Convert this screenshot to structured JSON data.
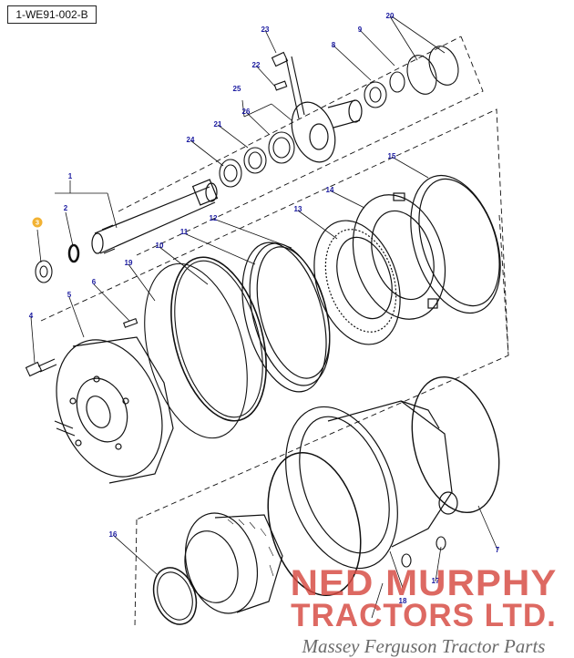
{
  "reference": "1-WE91-002-B",
  "selected_callout": "3",
  "callouts": [
    {
      "label": "1"
    },
    {
      "label": "2"
    },
    {
      "label": "3"
    },
    {
      "label": "4"
    },
    {
      "label": "5"
    },
    {
      "label": "6"
    },
    {
      "label": "7"
    },
    {
      "label": "8"
    },
    {
      "label": "9"
    },
    {
      "label": "10"
    },
    {
      "label": "11"
    },
    {
      "label": "12"
    },
    {
      "label": "13"
    },
    {
      "label": "14"
    },
    {
      "label": "15"
    },
    {
      "label": "16"
    },
    {
      "label": "17"
    },
    {
      "label": "18"
    },
    {
      "label": "19"
    },
    {
      "label": "20"
    },
    {
      "label": "21"
    },
    {
      "label": "22"
    },
    {
      "label": "23"
    },
    {
      "label": "24"
    },
    {
      "label": "25"
    },
    {
      "label": "26"
    }
  ],
  "watermark": {
    "line1": "NED MURPHY",
    "line2": "TRACTORS LTD.",
    "tagline": "Massey Ferguson Tractor Parts"
  },
  "colors": {
    "callout": "#1a1aa0",
    "highlight": "#f2b233",
    "watermark": "#d64840",
    "line": "#111111"
  }
}
